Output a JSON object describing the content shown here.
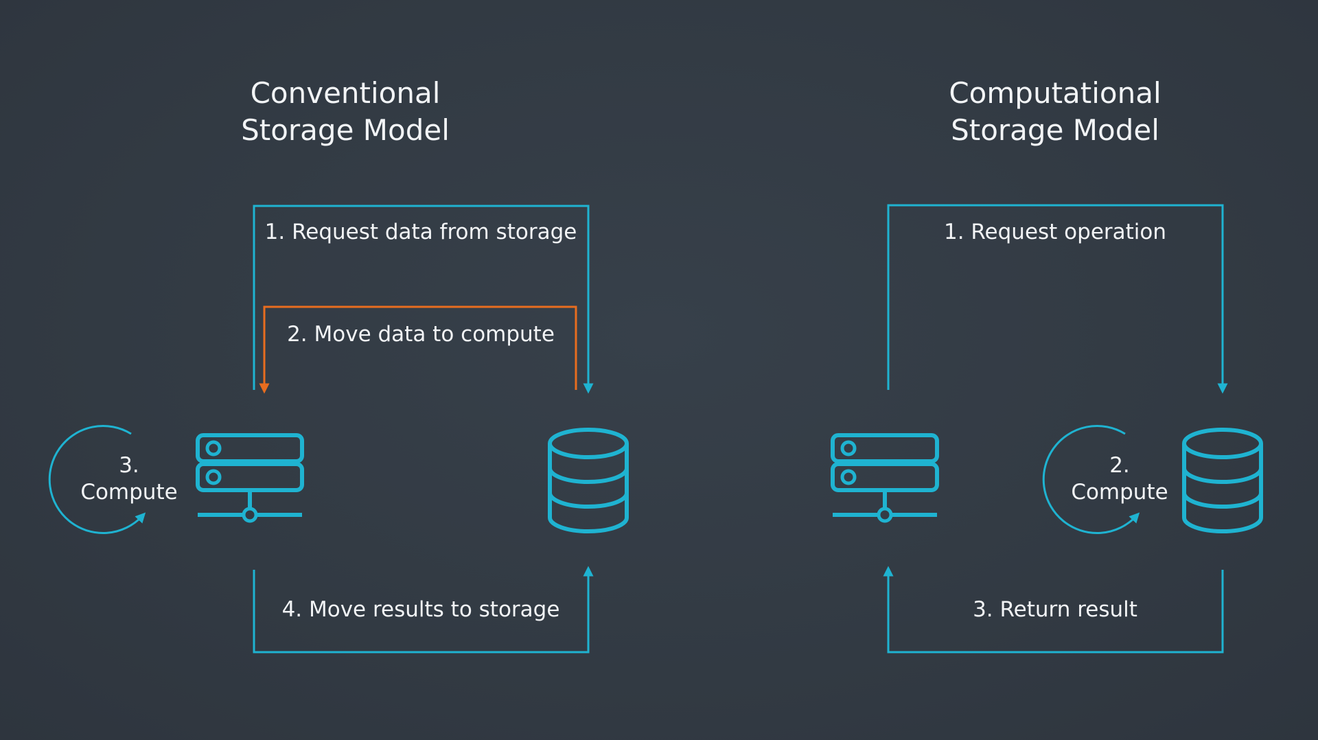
{
  "colors": {
    "background": "#343c45",
    "text": "#f2f4f6",
    "cyan": "#1fb3d1",
    "orange": "#e86d1f"
  },
  "icons": {
    "server": "server-icon",
    "database": "database-icon",
    "compute_loop": "circular-arrow-icon"
  },
  "conventional": {
    "title_line1": "Conventional",
    "title_line2": "Storage Model",
    "step1": "1. Request data from storage",
    "step2": "2. Move data to compute",
    "compute_number": "3.",
    "compute_label": "Compute",
    "step4": "4. Move results to storage"
  },
  "computational": {
    "title_line1": "Computational",
    "title_line2": "Storage Model",
    "step1": "1. Request operation",
    "compute_number": "2.",
    "compute_label": "Compute",
    "step3": "3. Return result"
  }
}
